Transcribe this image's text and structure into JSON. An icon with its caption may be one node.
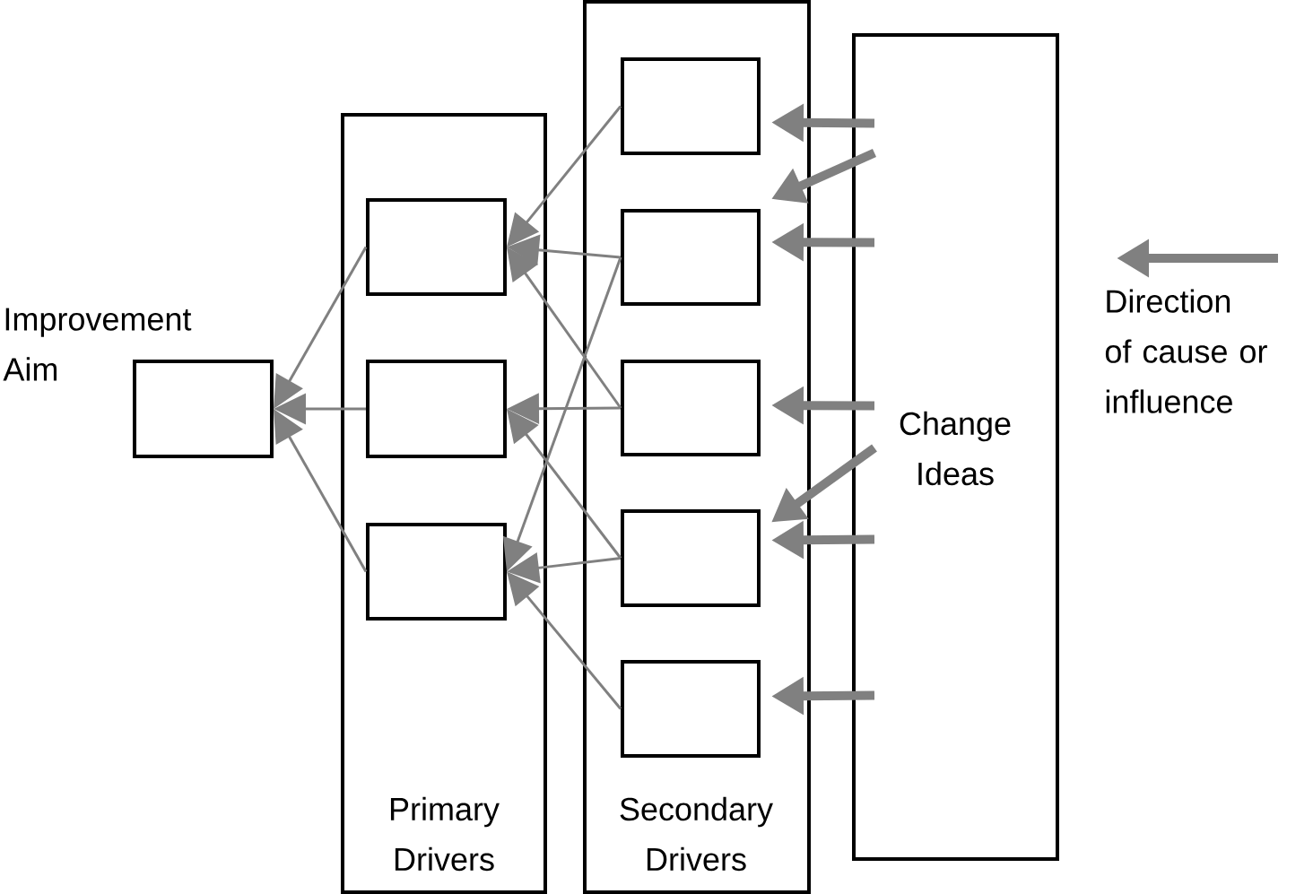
{
  "diagram": {
    "nodes": [
      {
        "text": [
          "Improvement Aim"
        ]
      },
      {
        "text": [
          "Primary Drivers"
        ]
      },
      {
        "text": [],
        "shape": "box",
        "in": 1
      },
      {
        "text": [],
        "shape": "box",
        "in": 1
      },
      {
        "text": [],
        "shape": "box",
        "in": 1
      },
      {
        "text": [
          "Secondary Drivers"
        ]
      },
      {
        "text": [],
        "shape": "box",
        "in": 5
      },
      {
        "text": [],
        "shape": "box",
        "in": 5
      },
      {
        "text": [],
        "shape": "box",
        "in": 5
      },
      {
        "text": [],
        "shape": "box",
        "in": 5
      },
      {
        "text": [],
        "shape": "box",
        "in": 5
      },
      {
        "text": [
          "Change Ideas"
        ]
      }
    ],
    "edges": [
      {
        "from": 2,
        "to": 0,
        "arrow": "to"
      },
      {
        "from": 3,
        "to": 0,
        "arrow": "to"
      },
      {
        "from": 4,
        "to": 0,
        "arrow": "to"
      },
      {
        "from": 6,
        "to": 2,
        "arrow": "to"
      },
      {
        "from": 7,
        "to": 2,
        "arrow": "to"
      },
      {
        "from": 7,
        "to": 4,
        "arrow": "to"
      },
      {
        "from": 8,
        "to": 2,
        "arrow": "to"
      },
      {
        "from": 8,
        "to": 3,
        "arrow": "to"
      },
      {
        "from": 9,
        "to": 3,
        "arrow": "to"
      },
      {
        "from": 9,
        "to": 4,
        "arrow": "to"
      },
      {
        "from": 10,
        "to": 4,
        "arrow": "to"
      },
      {
        "from": 11,
        "to": 6,
        "arrow": "to",
        "style": "thick"
      },
      {
        "from": 11,
        "to": 7,
        "arrow": "to",
        "style": "thick"
      },
      {
        "from": 11,
        "to": 7,
        "arrow": "to",
        "style": "thick"
      },
      {
        "from": 11,
        "to": 8,
        "arrow": "to",
        "style": "thick"
      },
      {
        "from": 11,
        "to": 9,
        "arrow": "to",
        "style": "thick"
      },
      {
        "from": 11,
        "to": 9,
        "arrow": "to",
        "style": "thick"
      },
      {
        "from": 11,
        "to": 10,
        "arrow": "to",
        "style": "thick"
      }
    ],
    "labels": [
      "Direction of cause or influence"
    ]
  }
}
